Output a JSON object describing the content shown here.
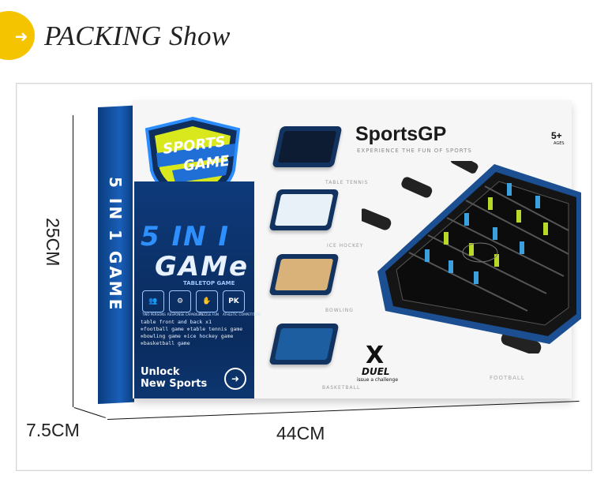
{
  "header": {
    "title": "PACKING Show",
    "badge_icon": "arrow-right-icon",
    "accent_color": "#f5c400"
  },
  "dimensions": {
    "height": "25CM",
    "depth": "7.5CM",
    "width": "44CM"
  },
  "package": {
    "side_text": "5 IN 1 GAME",
    "logo_line1": "SPORTS",
    "logo_line2": "GAME",
    "title_line1": "5 IN I",
    "title_line2": "GAMe",
    "subtitle": "TABLETOP GAME",
    "features": [
      {
        "icon": "two-persons-icon",
        "glyph": "👥",
        "caption": "TWO PERSONS"
      },
      {
        "icon": "response-capability-icon",
        "glyph": "⚙",
        "caption": "RESPONSE CAPABILITY"
      },
      {
        "icon": "puzzle-fun-icon",
        "glyph": "✋",
        "caption": "PUZZLE FUN"
      },
      {
        "icon": "athletic-competition-icon",
        "glyph": "PK",
        "caption": "ATHLETIC COMPETITION"
      }
    ],
    "games_lines": [
      "table front and back x1",
      "✲football game ✲table tennis game",
      "✲bowling game  ✲ice hockey game",
      "✲basketball game"
    ],
    "unlock_line1": "Unlock",
    "unlock_line2": "New Sports",
    "mini_captions": [
      "TABLE TENNIS",
      "ICE HOCKEY",
      "BOWLING",
      "BASKETBALL"
    ],
    "brand": "SportsGP",
    "tagline": "EXPERIENCE THE FUN OF SPORTS",
    "age": "5+",
    "age_label": "AGES",
    "duel_mark": "X",
    "duel_title": "DUEL",
    "duel_sub": "issue a challenge",
    "football_caption": "FOOTBALL"
  }
}
